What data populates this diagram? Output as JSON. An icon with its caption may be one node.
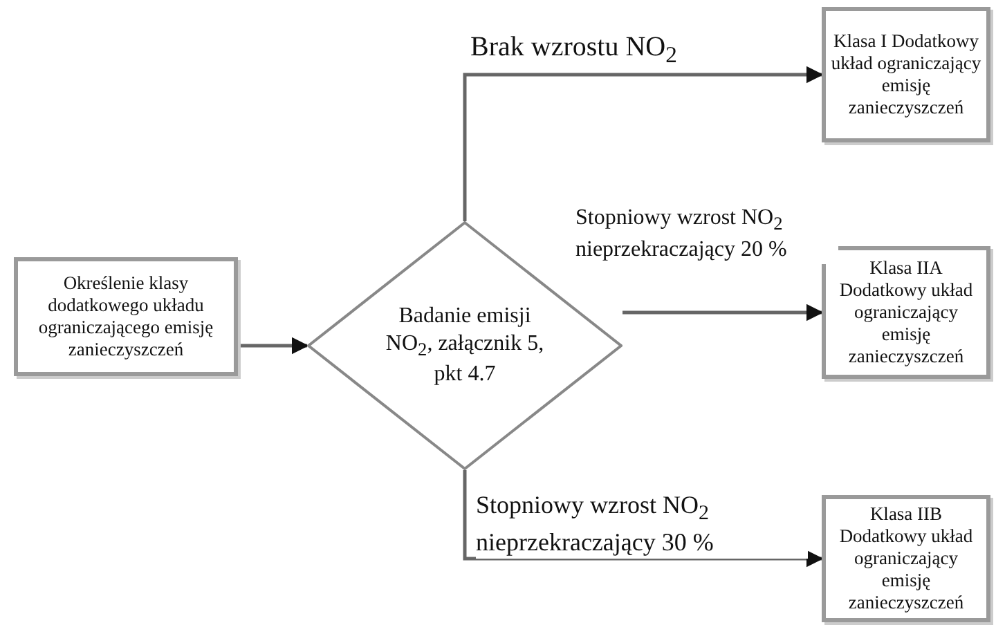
{
  "diagram": {
    "nodes": [
      {
        "text": [
          "Określenie klasy dodatkowego układu ograniczającego emisję zanieczyszczeń"
        ]
      },
      {
        "text": [
          "Badanie emisji NO$_{2}$, załącznik 5, pkt 4.7"
        ]
      },
      {
        "text": [
          "Klasa I Dodatkowy układ ograniczający emisję zanieczyszczeń"
        ]
      },
      {
        "text": [
          "Klasa IIA Dodatkowy układ ograniczający emisję zanieczyszczeń"
        ]
      },
      {
        "text": [
          "Klasa IIB Dodatkowy układ ograniczający emisję zanieczyszczeń"
        ]
      }
    ],
    "edges": [
      {
        "from": 0,
        "to": 1,
        "arrow": "to"
      },
      {
        "from": 1,
        "to": 2,
        "arrow": "to",
        "label": "Brak wzrostu NO$_{2}$"
      },
      {
        "from": 1,
        "to": 3,
        "arrow": "to",
        "label": "Stopniowy wzrost NO$_{2}$ nieprzekraczający 20 %"
      },
      {
        "from": 1,
        "to": 4,
        "arrow": "to",
        "label": "Stopniowy wzrost NO$_{2}$ nieprzekraczający 30 %"
      }
    ]
  }
}
